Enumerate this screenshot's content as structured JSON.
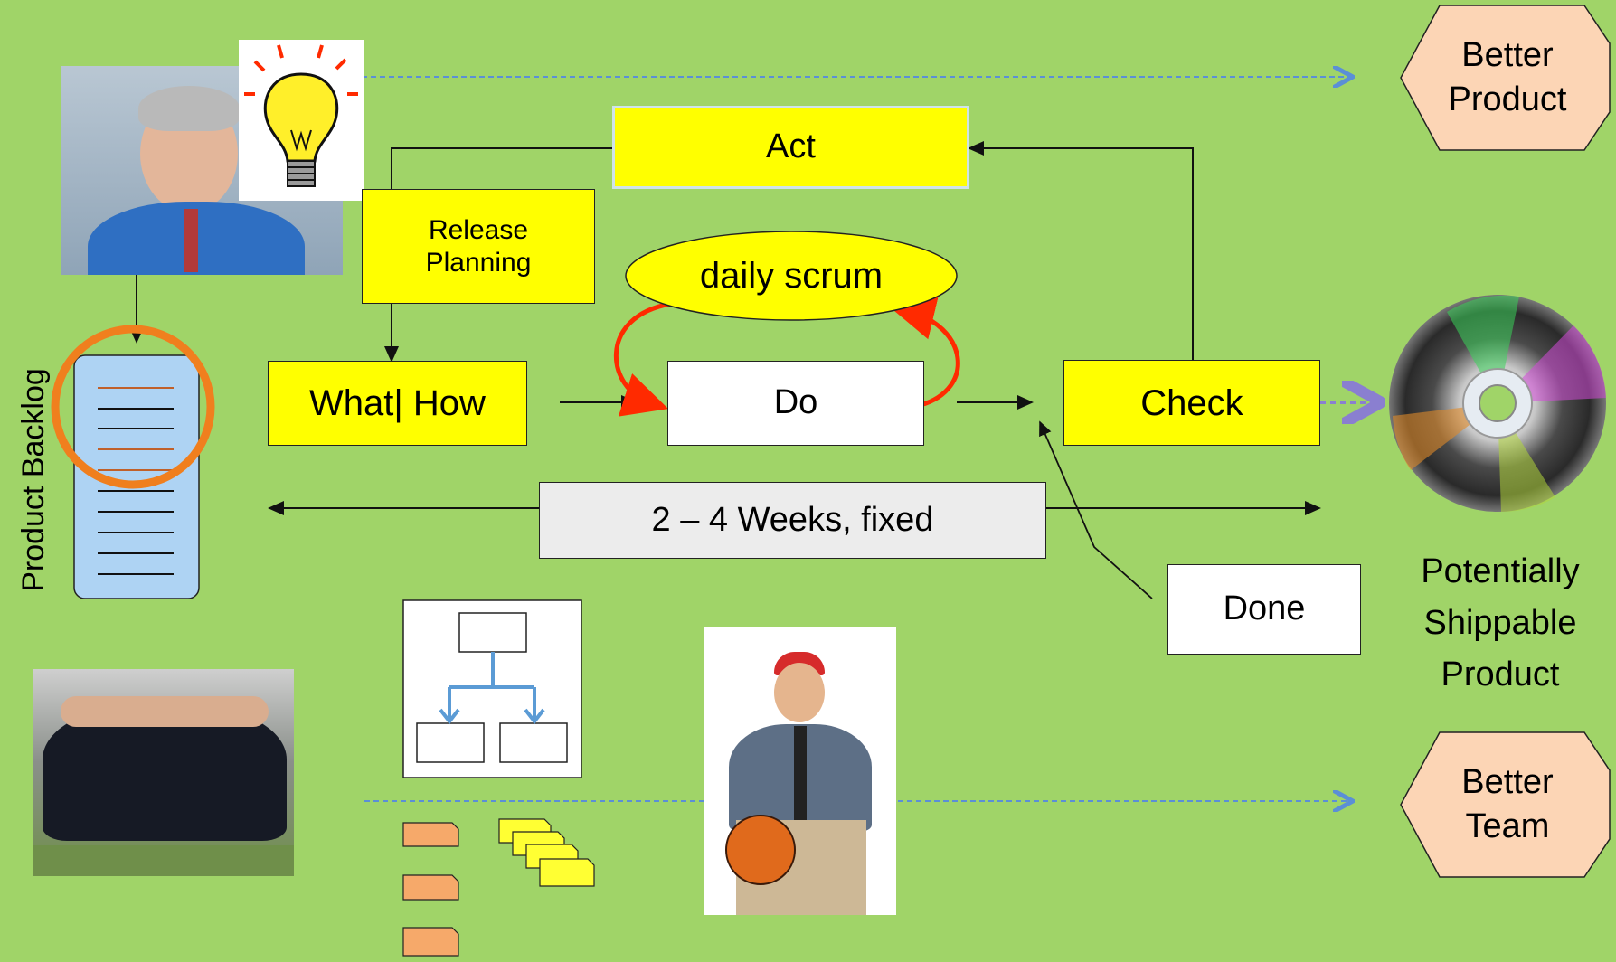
{
  "diagram": {
    "act": "Act",
    "release_planning": "Release Planning",
    "daily_scrum": "daily scrum",
    "what_how": "What| How",
    "do": "Do",
    "check": "Check",
    "duration": "2 – 4 Weeks, fixed",
    "done": "Done",
    "product_backlog": "Product Backlog",
    "potentially_shippable": "Potentially Shippable Product",
    "better_product": "Better Product",
    "better_team": "Better Team"
  },
  "colors": {
    "background": "#a0d468",
    "yellow": "#ffff00",
    "loop_arrow": "#ff2a00",
    "dashed_arrow": "#5b8fd6",
    "shippable_arrow": "#8a7fd0",
    "hexagon_fill": "#fcd5b5",
    "backlog_fill": "#aed3f3",
    "backlog_circle": "#f07f1e"
  },
  "images": {
    "product_owner": "product-owner-photo",
    "idea": "lightbulb-icon",
    "team": "team-huddle-photo",
    "scrum_master": "scrum-master-photo",
    "disc": "cd-disc-icon",
    "org_chart": "org-chart-icon"
  }
}
